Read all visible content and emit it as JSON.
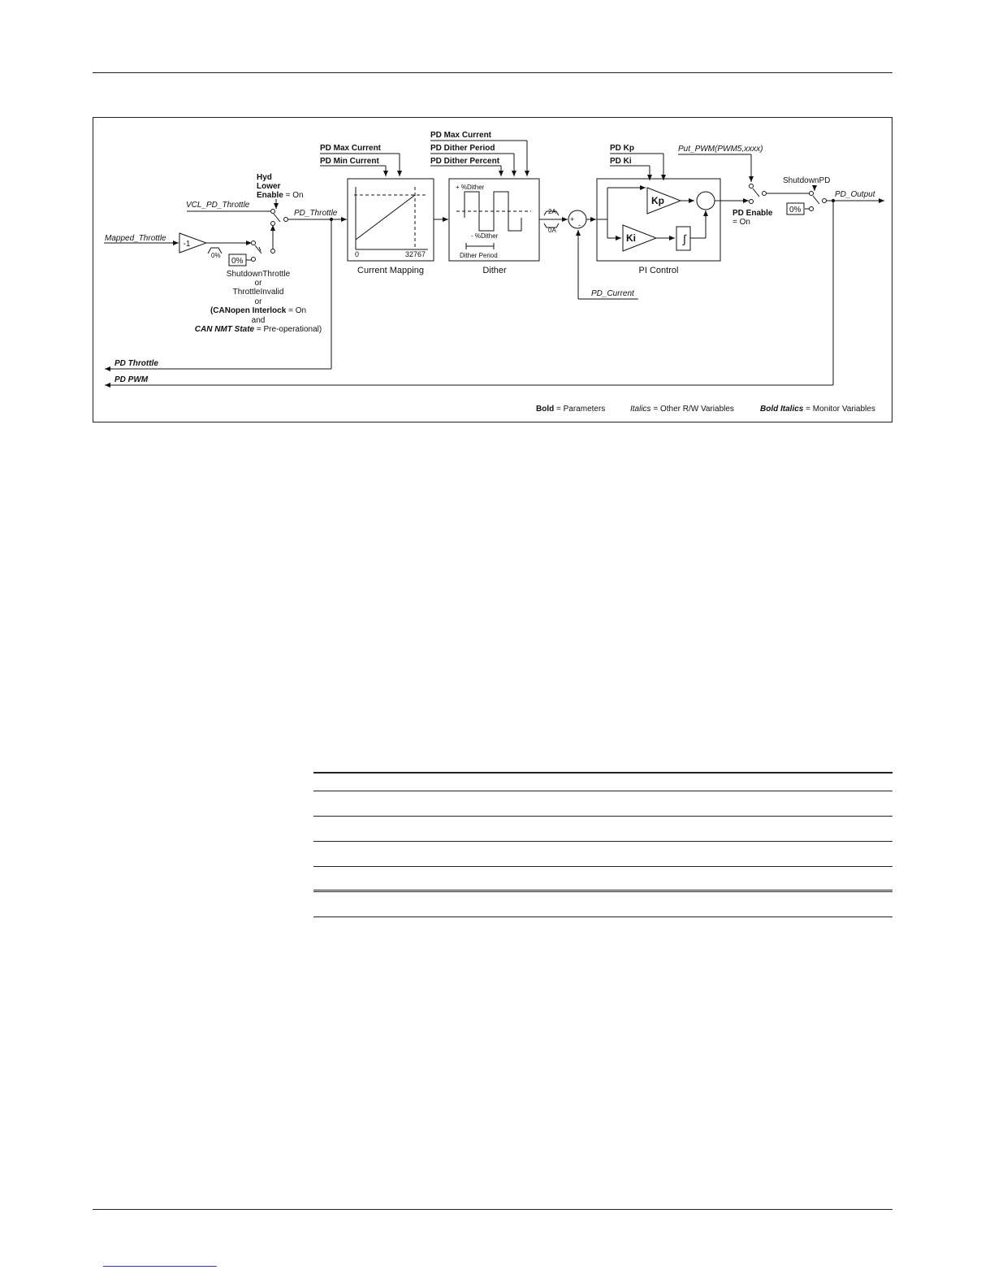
{
  "diagram": {
    "inputs": {
      "mapped_throttle": "Mapped_Throttle",
      "vcl_pd_throttle": "VCL_PD_Throttle",
      "pd_current": "PD_Current",
      "put_pwm": "Put_PWM(PWM5,xxxx)"
    },
    "gain_label": "-1",
    "limit_0pct": "0%",
    "zero_box_1": "0%",
    "zero_box_2": "0%",
    "hyd_lower_enable": {
      "line1": "Hyd",
      "line2": "Lower",
      "line3": "Enable",
      "suffix": "= On"
    },
    "pd_throttle_signal": "PD_Throttle",
    "shutdown_conditions": {
      "line1": "ShutdownThrottle",
      "line2": "or",
      "line3": "ThrottleInvalid",
      "line4": "or",
      "line5_bold": "(CANopen Interlock",
      "line5_rest": "= On",
      "line6": "and",
      "line7_bi": "CAN NMT State",
      "line7_rest": "= Pre-operational)"
    },
    "current_mapping": {
      "param1": "PD Max Current",
      "param2": "PD Min Current",
      "x_min": "0",
      "x_max": "32767",
      "caption": "Current Mapping"
    },
    "dither": {
      "param1": "PD Max Current",
      "param2": "PD Dither Period",
      "param3": "PD Dither Percent",
      "plus_label": "+ %Dither",
      "minus_label": "- %Dither",
      "period_label": "Dither Period",
      "caption": "Dither"
    },
    "limits": {
      "upper": "2A",
      "lower": "0A"
    },
    "summer": {
      "plus": "+",
      "minus": "-"
    },
    "pi_control": {
      "param1": "PD Kp",
      "param2": "PD Ki",
      "kp": "Kp",
      "ki": "Ki",
      "caption": "PI Control"
    },
    "pd_enable": {
      "bold": "PD Enable",
      "rest": "= On"
    },
    "shutdown_pd": "ShutdownPD",
    "pd_output": "PD_Output",
    "outputs": {
      "pd_throttle": "PD Throttle",
      "pd_pwm": "PD PWM"
    },
    "legend": {
      "bold_key": "Bold",
      "bold_val": "= Parameters",
      "italic_key": "Italics",
      "italic_val": "= Other R/W Variables",
      "bi_key": "Bold Italics",
      "bi_val": "= Monitor Variables"
    }
  },
  "table": {
    "rows": 6
  }
}
